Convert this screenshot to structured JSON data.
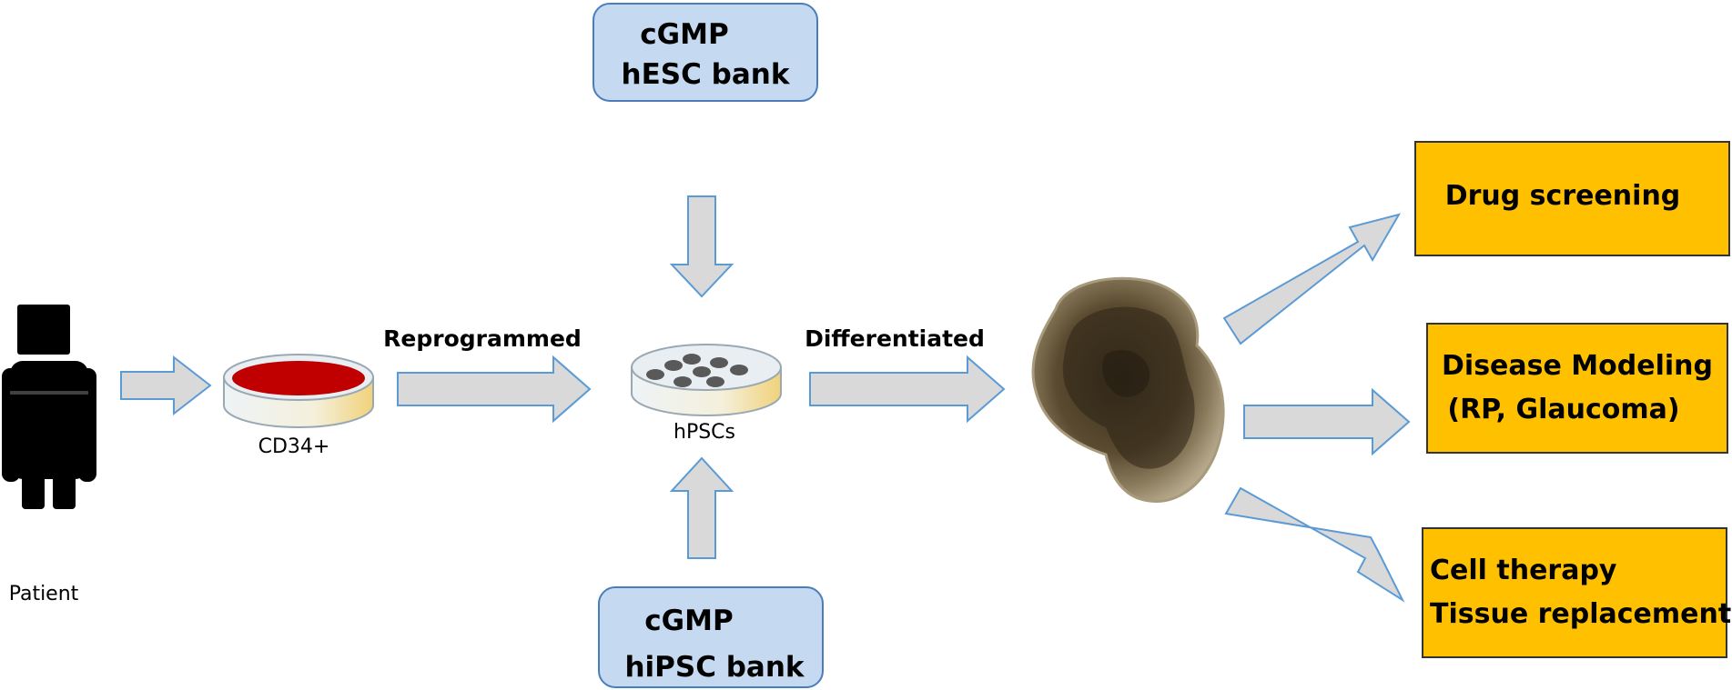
{
  "patient": {
    "label": "Patient"
  },
  "source_dish": {
    "label": "CD34+"
  },
  "steps": {
    "reprogrammed": "Reprogrammed",
    "differentiated": "Differentiated"
  },
  "pluripotent_dish": {
    "label": "hPSCs"
  },
  "banks": {
    "hesc": {
      "line1": "cGMP",
      "line2": "hESC bank"
    },
    "hipsc": {
      "line1": "cGMP",
      "line2": "hiPSC bank"
    }
  },
  "outcomes": [
    {
      "lines": [
        "Drug screening"
      ]
    },
    {
      "lines": [
        "Disease Modeling",
        "(RP, Glaucoma)"
      ]
    },
    {
      "lines": [
        "Cell therapy",
        "Tissue replacement"
      ]
    }
  ],
  "colors": {
    "bank_fill": "#c5d9f1",
    "bank_stroke": "#4a7ebb",
    "outcome_fill": "#ffc000",
    "outcome_stroke": "#333333",
    "arrow_fill": "#d9d9d9",
    "arrow_stroke": "#5b9bd5",
    "media_red": "#c00000"
  },
  "icons": {
    "patient": "person-silhouette-icon",
    "organoid": "retinal-organoid-image"
  }
}
